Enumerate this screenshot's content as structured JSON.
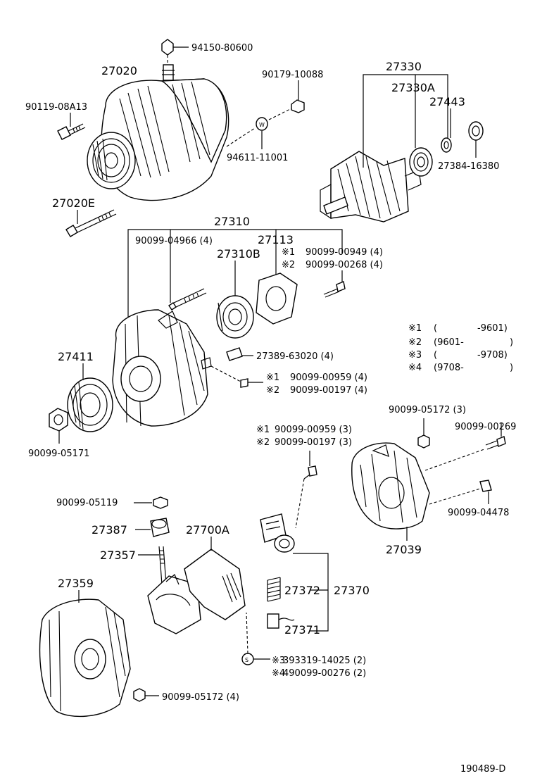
{
  "diagram_id": "190489-D",
  "labels": {
    "p94150": "94150-80600",
    "p27020": "27020",
    "p90179": "90179-10088",
    "p27330": "27330",
    "p27330A": "27330A",
    "p27443": "27443",
    "p90119": "90119-08A13",
    "p94611": "94611-11001",
    "p27384": "27384-16380",
    "p27020E": "27020E",
    "p27310": "27310",
    "p90099_04966": "90099-04966 (4)",
    "p27113": "27113",
    "p27310B": "27310B",
    "p00949": "90099-00949 (4)",
    "p00268": "90099-00268 (4)",
    "p27389": "27389-63020 (4)",
    "p27411": "27411",
    "p00959a": "90099-00959 (4)",
    "p00197a": "90099-00197 (4)",
    "p05171": "90099-05171",
    "p05172a": "90099-05172 (3)",
    "p00269": "90099-00269",
    "p00959b": "90099-00959 (3)",
    "p00197b": "90099-00197 (3)",
    "p04478": "90099-04478",
    "p05119": "90099-05119",
    "p27387": "27387",
    "p27700A": "27700A",
    "p27039": "27039",
    "p27357": "27357",
    "p27359": "27359",
    "p27372": "27372",
    "p27370": "27370",
    "p27371": "27371",
    "p14025": "393319-14025 (2)",
    "p00276": "490099-00276 (2)",
    "p05172b": "90099-05172 (4)"
  },
  "marks": {
    "m1": "※1",
    "m2": "※2",
    "m3": "※3",
    "m4": "※4"
  },
  "legend": [
    {
      "mark": "※1",
      "from": "(",
      "to": "-9601)"
    },
    {
      "mark": "※2",
      "from": "(9601-",
      "to": ")"
    },
    {
      "mark": "※3",
      "from": "(",
      "to": "-9708)"
    },
    {
      "mark": "※4",
      "from": "(9708-",
      "to": ")"
    }
  ]
}
